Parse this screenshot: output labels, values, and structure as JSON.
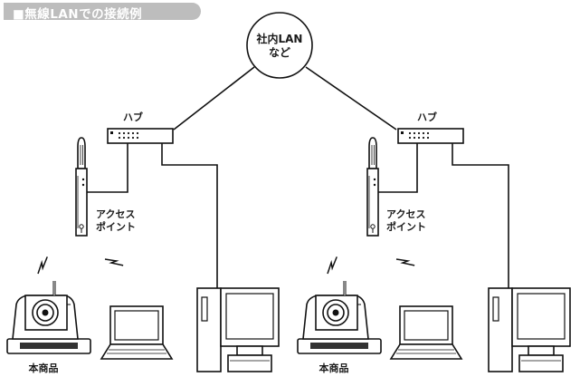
{
  "title": "■無線LANでの接続例",
  "network": {
    "line1": "社内LAN",
    "line2": "など"
  },
  "hub_label": "ハブ",
  "access_point": {
    "line1": "アクセス",
    "line2": "ポイント"
  },
  "product_label": "本商品"
}
